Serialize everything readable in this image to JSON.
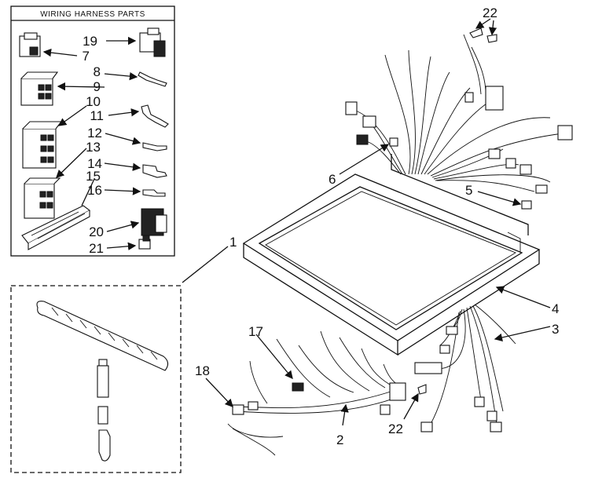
{
  "inset_title": "WIRING HARNESS PARTS",
  "labels": {
    "p1": "1",
    "p2": "2",
    "p3": "3",
    "p4": "4",
    "p5": "5",
    "p6": "6",
    "p7": "7",
    "p8": "8",
    "p9": "9",
    "p10": "10",
    "p11": "11",
    "p12": "12",
    "p13": "13",
    "p14": "14",
    "p15": "15",
    "p16": "16",
    "p17": "17",
    "p18": "18",
    "p19": "19",
    "p20": "20",
    "p21": "21",
    "p22a": "22",
    "p22b": "22"
  }
}
